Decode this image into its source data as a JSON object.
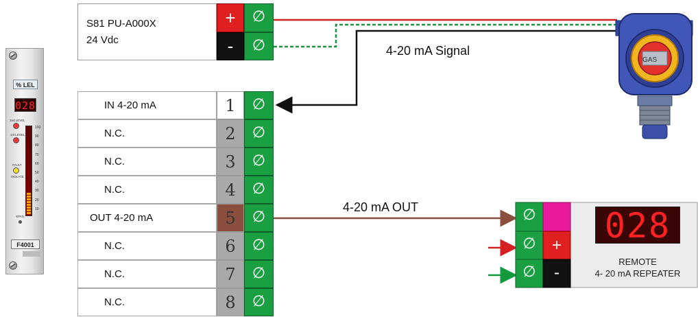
{
  "module": {
    "unit": "% LEL",
    "display": "028",
    "led_2nd": "2nd LEVEL",
    "led_1st": "1st LEVEL",
    "fault": "FAULT",
    "isolate": "ISOLATE",
    "span": "SPAN",
    "model": "F4001",
    "scale": [
      "100",
      "90",
      "80",
      "70",
      "60",
      "50",
      "40",
      "30",
      "20",
      "10"
    ],
    "level": 0.28
  },
  "power": {
    "line1": "S81 PU-A000X",
    "line2": "24 Vdc",
    "plus": "+",
    "minus": "-"
  },
  "screw_symbol": "∅",
  "terminals": [
    {
      "label": "IN 4-20 mA",
      "num": "1",
      "color": "#ffffff"
    },
    {
      "label": "N.C.",
      "num": "2",
      "color": "#a9a9a9"
    },
    {
      "label": "N.C.",
      "num": "3",
      "color": "#a9a9a9"
    },
    {
      "label": "N.C.",
      "num": "4",
      "color": "#a9a9a9"
    },
    {
      "label": "OUT 4-20 mA",
      "num": "5",
      "color": "#8b4f3f"
    },
    {
      "label": "N.C.",
      "num": "6",
      "color": "#a9a9a9"
    },
    {
      "label": "N.C.",
      "num": "7",
      "color": "#a9a9a9"
    },
    {
      "label": "N.C.",
      "num": "8",
      "color": "#a9a9a9"
    }
  ],
  "signal_label": "4-20 mA Signal",
  "out_label": "4-20 mA OUT",
  "sensor": {
    "label": "GAS"
  },
  "repeater": {
    "display": "028",
    "line1": "REMOTE",
    "line2": "4- 20 mA REPEATER",
    "plus": "+",
    "minus": "-"
  },
  "colors": {
    "plus_red": "#e02020",
    "minus_black": "#111111",
    "green": "#1aa043",
    "wire_red": "#d42020",
    "wire_green": "#139a3c",
    "wire_brown": "#8b4f3f",
    "wire_black": "#111111",
    "magenta": "#e8199a",
    "sensor_blue": "#3d4fa8"
  }
}
